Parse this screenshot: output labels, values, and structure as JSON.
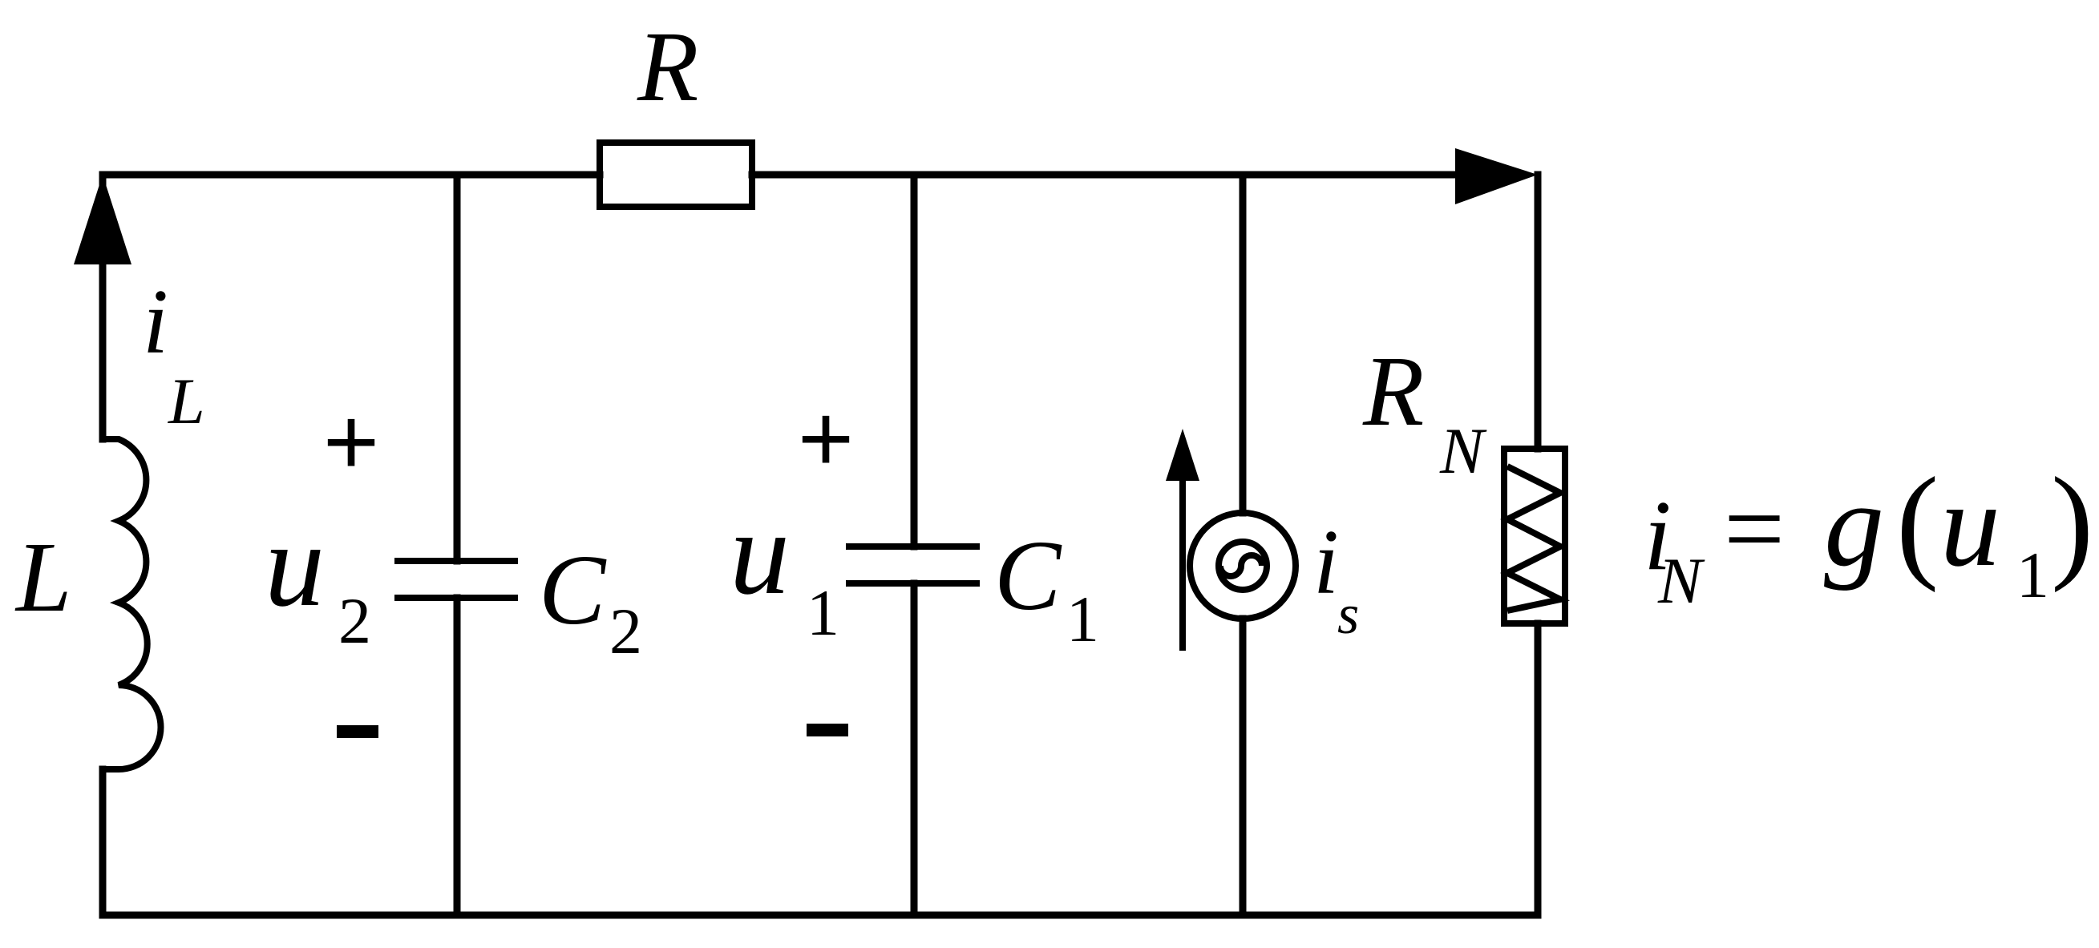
{
  "labels": {
    "resistor": "R",
    "inductor": "L",
    "inductor_current_main": "i",
    "inductor_current_sub": "L",
    "capacitor2_main": "C",
    "capacitor2_sub": "2",
    "capacitor1_main": "C",
    "capacitor1_sub": "1",
    "voltage2_main": "u",
    "voltage2_sub": "2",
    "voltage1_main": "u",
    "voltage1_sub": "1",
    "plus": "+",
    "minus": "-",
    "source_main": "i",
    "source_sub": "s",
    "nonlinear_resistor_main": "R",
    "nonlinear_resistor_sub": "N",
    "equation": {
      "lhs_main": "i",
      "lhs_sub": "N",
      "equals": "=",
      "func": "g",
      "open_paren": "(",
      "arg_main": "u",
      "arg_sub": "1",
      "close_paren": ")"
    }
  }
}
